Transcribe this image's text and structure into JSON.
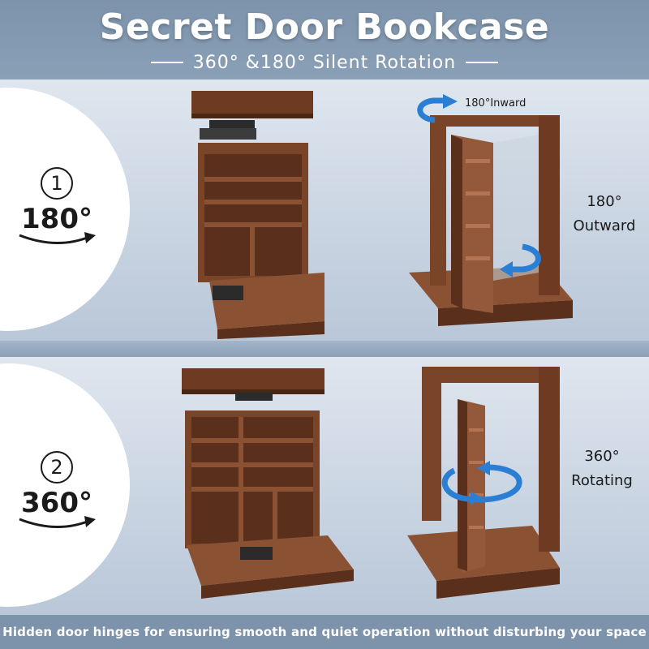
{
  "header": {
    "title": "Secret Door Bookcase",
    "subtitle": "360° &180° Silent Rotation"
  },
  "panels": [
    {
      "number": "1",
      "angle": "180°",
      "inward_label": "180°Inward",
      "outward_label_line1": "180°",
      "outward_label_line2": "Outward"
    },
    {
      "number": "2",
      "angle": "360°",
      "rotating_label_line1": "360°",
      "rotating_label_line2": "Rotating"
    }
  ],
  "footer": {
    "text": "Hidden door hinges for ensuring smooth and quiet operation without disturbing your space"
  },
  "colors": {
    "wood_dark": "#5a301c",
    "wood_mid": "#7a4429",
    "wood_light": "#94583a",
    "arrow_blue": "#2a7fd4",
    "header_bg": "#7d93ab"
  }
}
